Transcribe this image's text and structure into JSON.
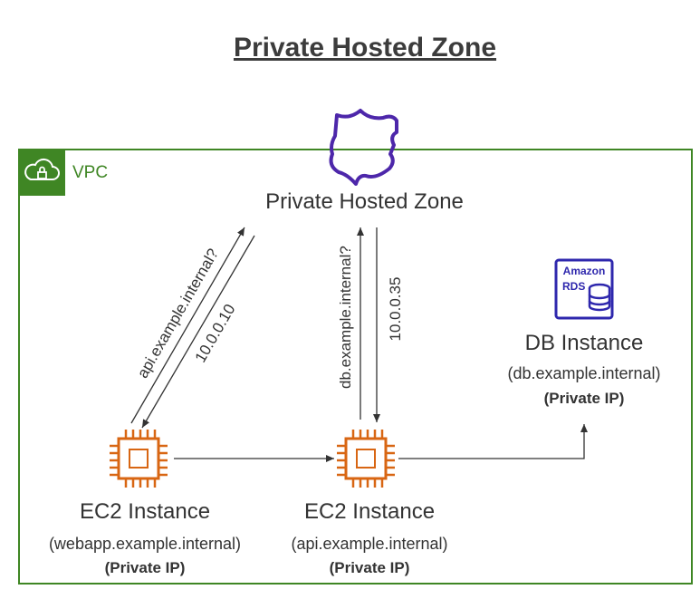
{
  "title": "Private Hosted Zone",
  "vpc": {
    "label": "VPC",
    "color": "#3f8624"
  },
  "hosted_zone": {
    "label": "Private Hosted Zone",
    "icon": "route53-shield-icon",
    "color": "#4d27aa"
  },
  "ec2_webapp": {
    "title": "EC2 Instance",
    "dns": "(webapp.example.internal)",
    "ip": "(Private IP)",
    "icon": "ec2-chip-icon"
  },
  "ec2_api": {
    "title": "EC2 Instance",
    "dns": "(api.example.internal)",
    "ip": "(Private IP)",
    "icon": "ec2-chip-icon"
  },
  "db": {
    "title": "DB Instance",
    "dns": "(db.example.internal)",
    "ip": "(Private IP)",
    "icon": "amazon-rds-icon",
    "icon_text_1": "Amazon",
    "icon_text_2": "RDS"
  },
  "queries": {
    "api_query": "api.example.internal?",
    "api_answer": "10.0.0.10",
    "db_query": "db.example.internal?",
    "db_answer": "10.0.0.35"
  },
  "colors": {
    "ec2": "#d86613",
    "rds": "#2e27ad",
    "arrow": "#333333"
  }
}
